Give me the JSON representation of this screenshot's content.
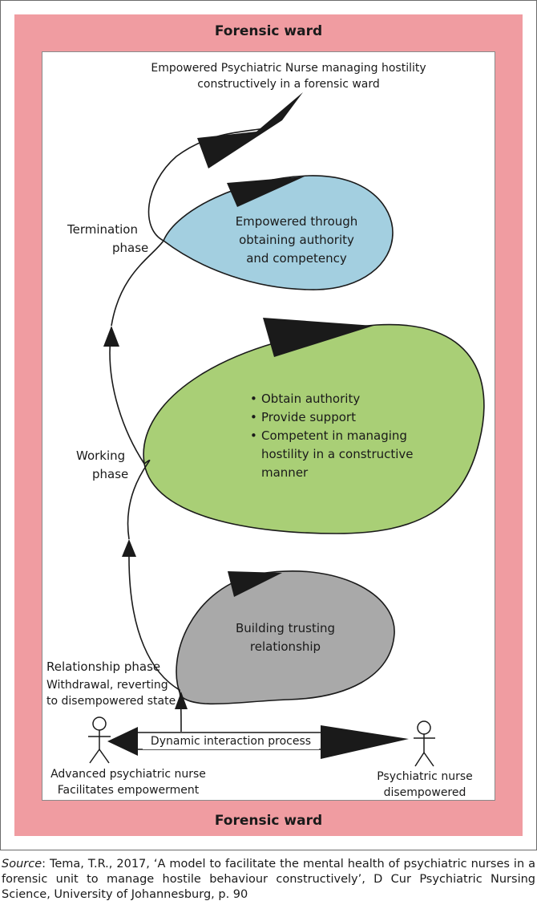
{
  "ward_label_top": "Forensic ward",
  "ward_label_bottom": "Forensic ward",
  "goal": {
    "line1": "Empowered Psychiatric Nurse managing hostility",
    "line2": "constructively in a forensic ward"
  },
  "phases": {
    "termination": {
      "line1": "Termination",
      "line2": "phase"
    },
    "working": {
      "line1": "Working",
      "line2": "phase"
    },
    "relationship": {
      "title": "Relationship phase",
      "line1": "Withdrawal, reverting",
      "line2": "to disempowered state"
    }
  },
  "bubbles": {
    "blue": {
      "color": "#a3cfe0",
      "line1": "Empowered through",
      "line2": "obtaining authority",
      "line3": "and competency"
    },
    "green": {
      "color": "#a9cf76",
      "items": [
        "Obtain authority",
        "Provide support",
        "Competent in managing"
      ],
      "item3_cont1": "hostility in a constructive",
      "item3_cont2": "manner"
    },
    "grey": {
      "color": "#a9a9a9",
      "line1": "Building trusting",
      "line2": "relationship"
    }
  },
  "interaction": {
    "label": "Dynamic interaction process"
  },
  "nurse_left": {
    "line1": "Advanced psychiatric nurse",
    "line2": "Facilitates empowerment"
  },
  "nurse_right": {
    "line1": "Psychiatric nurse",
    "line2": "disempowered"
  },
  "source": {
    "label": "Source",
    "text": ": Tema, T.R., 2017, ‘A model to facilitate the mental health of psychiatric nurses in a forensic unit to manage hostile behaviour constructively’, D Cur Psychiatric Nursing Science, University of Johannesburg, p. 90"
  },
  "colors": {
    "frame_pink": "#f09ca1",
    "arrow": "#1a1a1a"
  }
}
